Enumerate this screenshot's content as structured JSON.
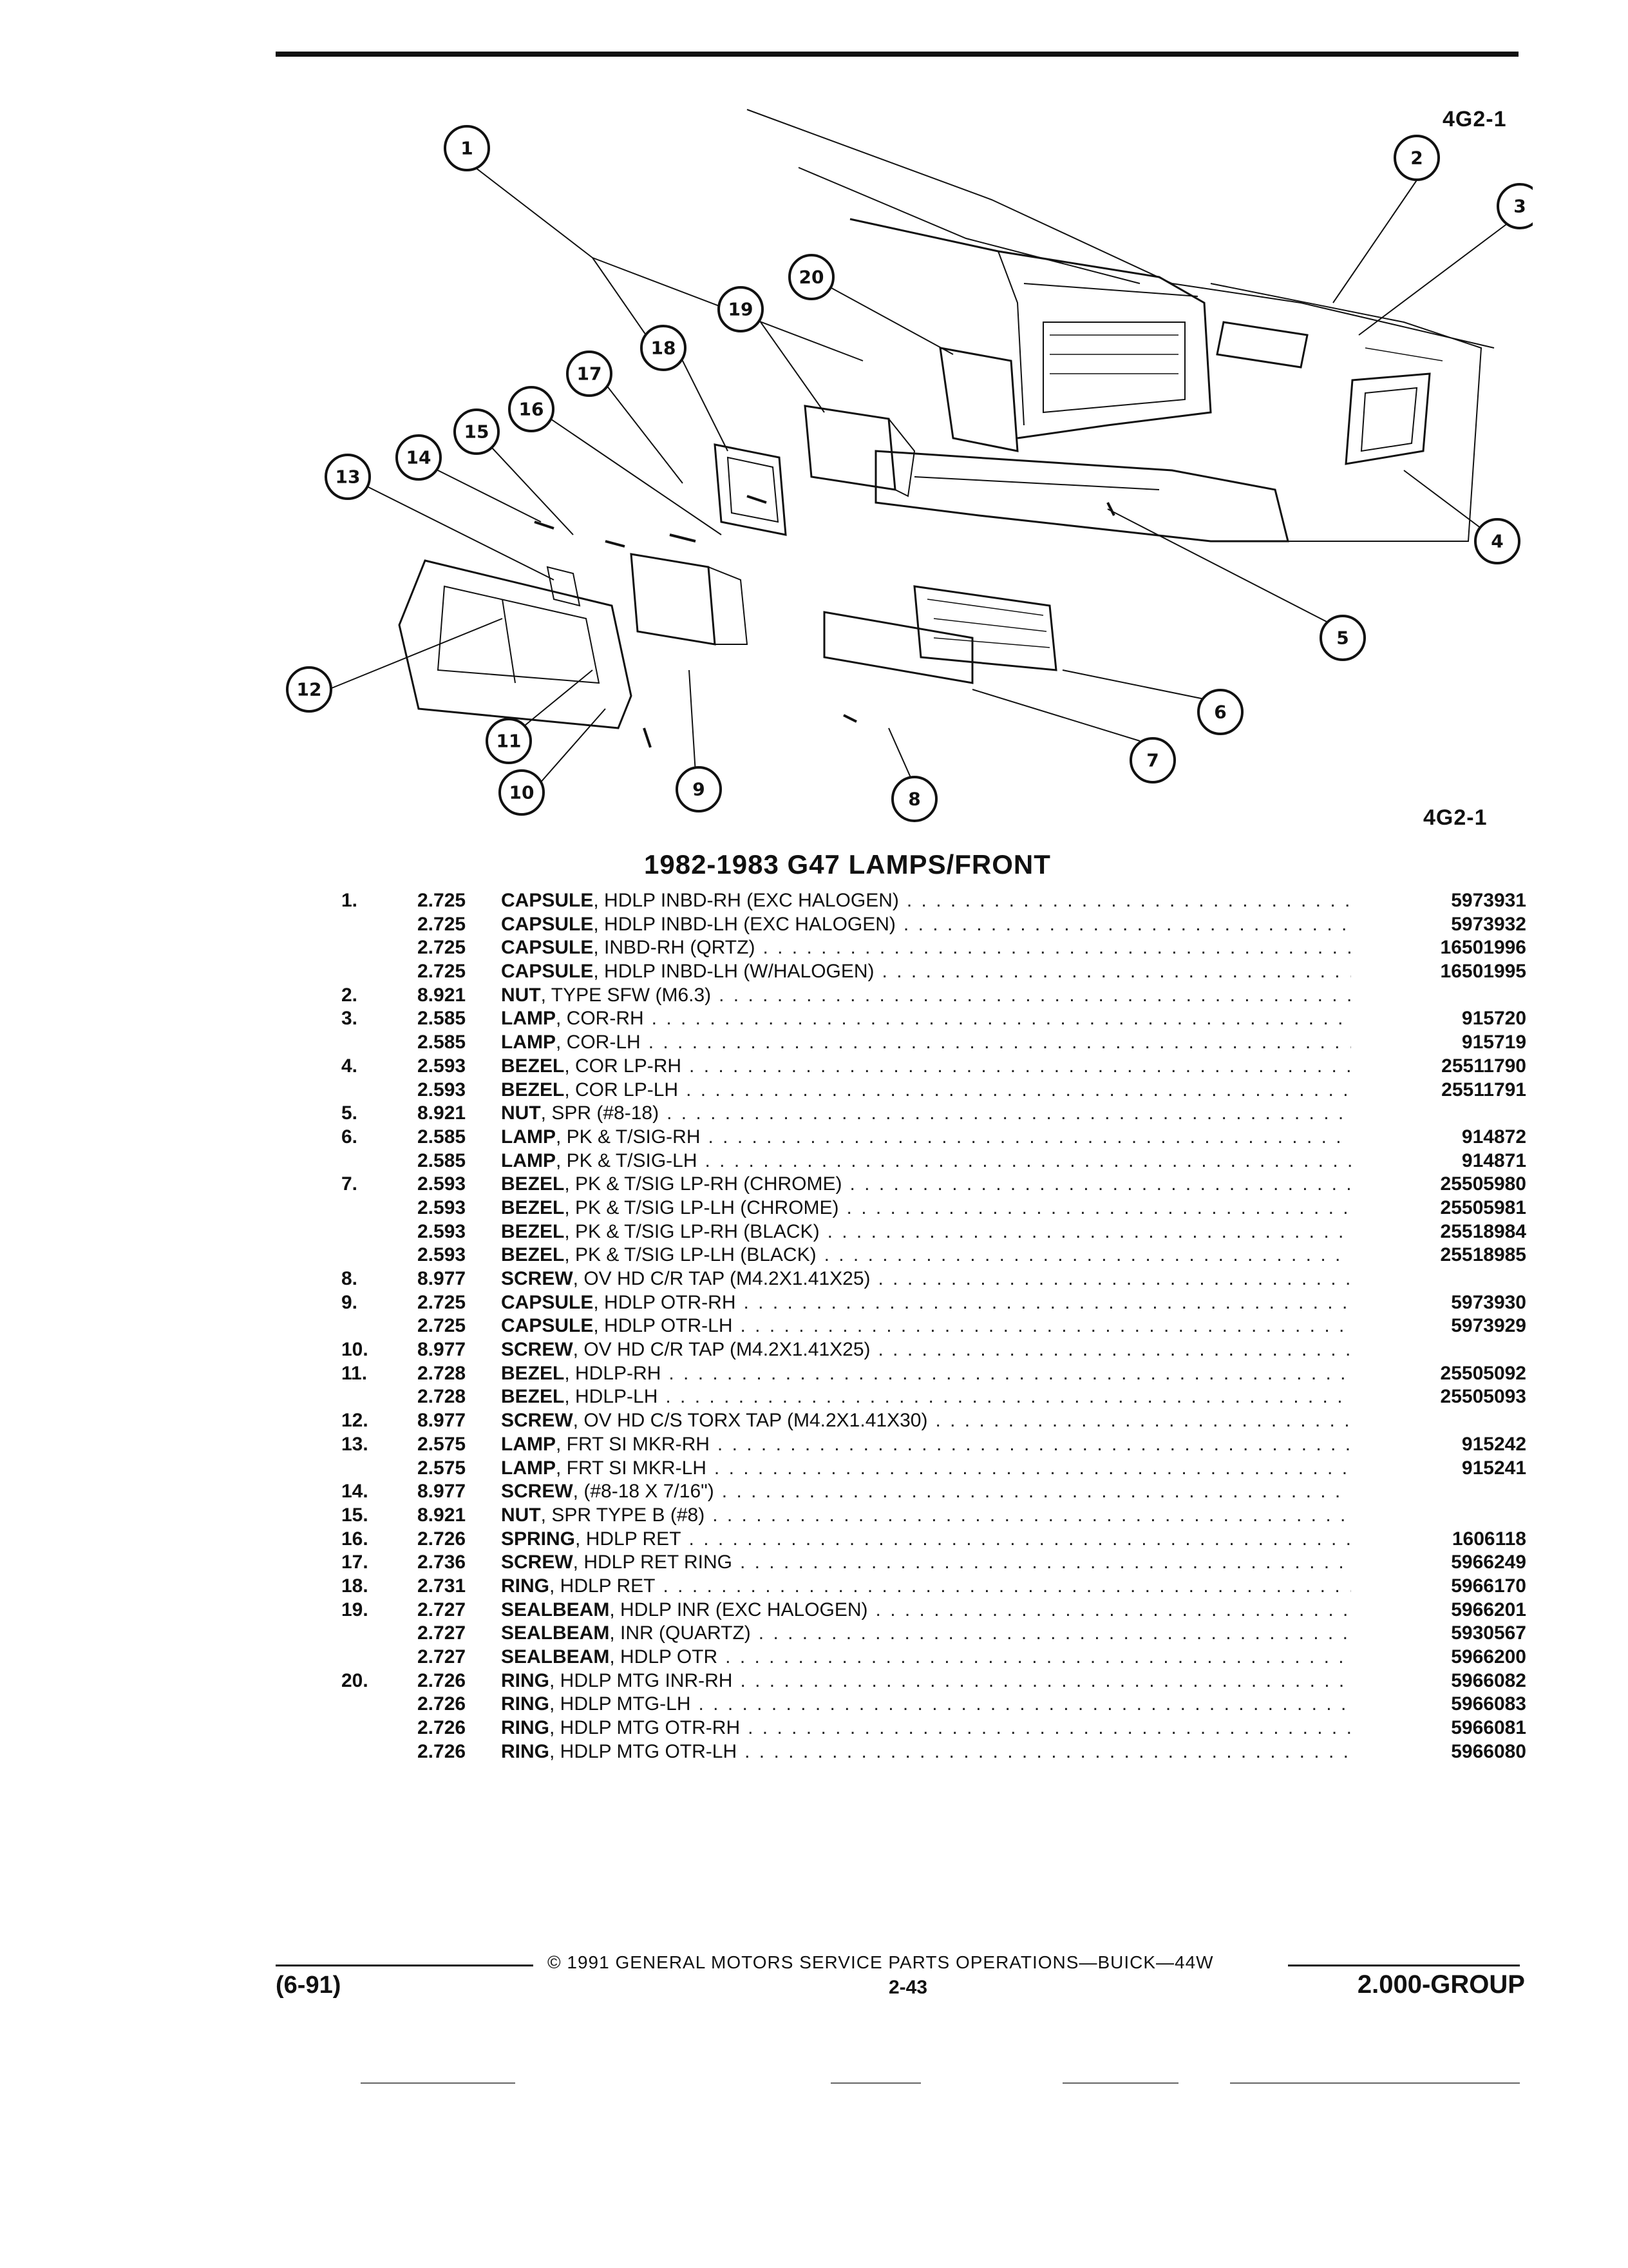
{
  "figure_code_top": "4G2-1",
  "figure_code_bottom": "4G2-1",
  "title": "1982-1983 G47 LAMPS/FRONT",
  "callouts": [
    "1",
    "2",
    "3",
    "4",
    "5",
    "6",
    "7",
    "8",
    "9",
    "10",
    "11",
    "12",
    "13",
    "14",
    "15",
    "16",
    "17",
    "18",
    "19",
    "20"
  ],
  "rows": [
    {
      "num": "1.",
      "grp": "2.725",
      "name": "CAPSULE",
      "rest": ", HDLP INBD-RH (EXC HALOGEN)",
      "pn": "5973931"
    },
    {
      "num": "",
      "grp": "2.725",
      "name": "CAPSULE",
      "rest": ", HDLP INBD-LH (EXC HALOGEN)",
      "pn": "5973932"
    },
    {
      "num": "",
      "grp": "2.725",
      "name": "CAPSULE",
      "rest": ", INBD-RH (QRTZ)",
      "pn": "16501996"
    },
    {
      "num": "",
      "grp": "2.725",
      "name": "CAPSULE",
      "rest": ", HDLP INBD-LH (W/HALOGEN)",
      "pn": "16501995"
    },
    {
      "num": "2.",
      "grp": "8.921",
      "name": "NUT",
      "rest": ", TYPE SFW (M6.3)",
      "pn": ""
    },
    {
      "num": "3.",
      "grp": "2.585",
      "name": "LAMP",
      "rest": ", COR-RH",
      "pn": "915720"
    },
    {
      "num": "",
      "grp": "2.585",
      "name": "LAMP",
      "rest": ", COR-LH",
      "pn": "915719"
    },
    {
      "num": "4.",
      "grp": "2.593",
      "name": "BEZEL",
      "rest": ", COR LP-RH",
      "pn": "25511790"
    },
    {
      "num": "",
      "grp": "2.593",
      "name": "BEZEL",
      "rest": ", COR LP-LH",
      "pn": "25511791"
    },
    {
      "num": "5.",
      "grp": "8.921",
      "name": "NUT",
      "rest": ", SPR (#8-18)",
      "pn": ""
    },
    {
      "num": "6.",
      "grp": "2.585",
      "name": "LAMP",
      "rest": ", PK & T/SIG-RH",
      "pn": "914872"
    },
    {
      "num": "",
      "grp": "2.585",
      "name": "LAMP",
      "rest": ", PK & T/SIG-LH",
      "pn": "914871"
    },
    {
      "num": "7.",
      "grp": "2.593",
      "name": "BEZEL",
      "rest": ", PK & T/SIG LP-RH (CHROME)",
      "pn": "25505980"
    },
    {
      "num": "",
      "grp": "2.593",
      "name": "BEZEL",
      "rest": ", PK & T/SIG LP-LH (CHROME)",
      "pn": "25505981"
    },
    {
      "num": "",
      "grp": "2.593",
      "name": "BEZEL",
      "rest": ", PK & T/SIG LP-RH (BLACK)",
      "pn": "25518984"
    },
    {
      "num": "",
      "grp": "2.593",
      "name": "BEZEL",
      "rest": ", PK & T/SIG LP-LH (BLACK)",
      "pn": "25518985"
    },
    {
      "num": "8.",
      "grp": "8.977",
      "name": "SCREW",
      "rest": ", OV HD C/R TAP (M4.2X1.41X25)",
      "pn": ""
    },
    {
      "num": "9.",
      "grp": "2.725",
      "name": "CAPSULE",
      "rest": ", HDLP OTR-RH",
      "pn": "5973930"
    },
    {
      "num": "",
      "grp": "2.725",
      "name": "CAPSULE",
      "rest": ", HDLP OTR-LH",
      "pn": "5973929"
    },
    {
      "num": "10.",
      "grp": "8.977",
      "name": "SCREW",
      "rest": ", OV HD C/R TAP (M4.2X1.41X25)",
      "pn": ""
    },
    {
      "num": "11.",
      "grp": "2.728",
      "name": "BEZEL",
      "rest": ", HDLP-RH",
      "pn": "25505092"
    },
    {
      "num": "",
      "grp": "2.728",
      "name": "BEZEL",
      "rest": ", HDLP-LH",
      "pn": "25505093"
    },
    {
      "num": "12.",
      "grp": "8.977",
      "name": "SCREW",
      "rest": ", OV HD C/S TORX TAP (M4.2X1.41X30)",
      "pn": ""
    },
    {
      "num": "13.",
      "grp": "2.575",
      "name": "LAMP",
      "rest": ", FRT SI MKR-RH",
      "pn": "915242"
    },
    {
      "num": "",
      "grp": "2.575",
      "name": "LAMP",
      "rest": ", FRT SI MKR-LH",
      "pn": "915241"
    },
    {
      "num": "14.",
      "grp": "8.977",
      "name": "SCREW",
      "rest": ", (#8-18 X 7/16\")",
      "pn": ""
    },
    {
      "num": "15.",
      "grp": "8.921",
      "name": "NUT",
      "rest": ", SPR TYPE B (#8)",
      "pn": ""
    },
    {
      "num": "16.",
      "grp": "2.726",
      "name": "SPRING",
      "rest": ", HDLP RET",
      "pn": "1606118"
    },
    {
      "num": "17.",
      "grp": "2.736",
      "name": "SCREW",
      "rest": ", HDLP RET RING",
      "pn": "5966249"
    },
    {
      "num": "18.",
      "grp": "2.731",
      "name": "RING",
      "rest": ", HDLP RET",
      "pn": "5966170"
    },
    {
      "num": "19.",
      "grp": "2.727",
      "name": "SEALBEAM",
      "rest": ", HDLP INR (EXC HALOGEN)",
      "pn": "5966201"
    },
    {
      "num": "",
      "grp": "2.727",
      "name": "SEALBEAM",
      "rest": ", INR (QUARTZ)",
      "pn": "5930567"
    },
    {
      "num": "",
      "grp": "2.727",
      "name": "SEALBEAM",
      "rest": ", HDLP OTR",
      "pn": "5966200"
    },
    {
      "num": "20.",
      "grp": "2.726",
      "name": "RING",
      "rest": ", HDLP MTG INR-RH",
      "pn": "5966082"
    },
    {
      "num": "",
      "grp": "2.726",
      "name": "RING",
      "rest": ", HDLP MTG-LH",
      "pn": "5966083"
    },
    {
      "num": "",
      "grp": "2.726",
      "name": "RING",
      "rest": ", HDLP MTG OTR-RH",
      "pn": "5966081"
    },
    {
      "num": "",
      "grp": "2.726",
      "name": "RING",
      "rest": ", HDLP MTG OTR-LH",
      "pn": "5966080"
    }
  ],
  "footer": {
    "copyright": "© 1991 GENERAL MOTORS SERVICE PARTS OPERATIONS—BUICK—44W",
    "page": "2-43",
    "date": "(6-91)",
    "group": "2.000-GROUP"
  }
}
